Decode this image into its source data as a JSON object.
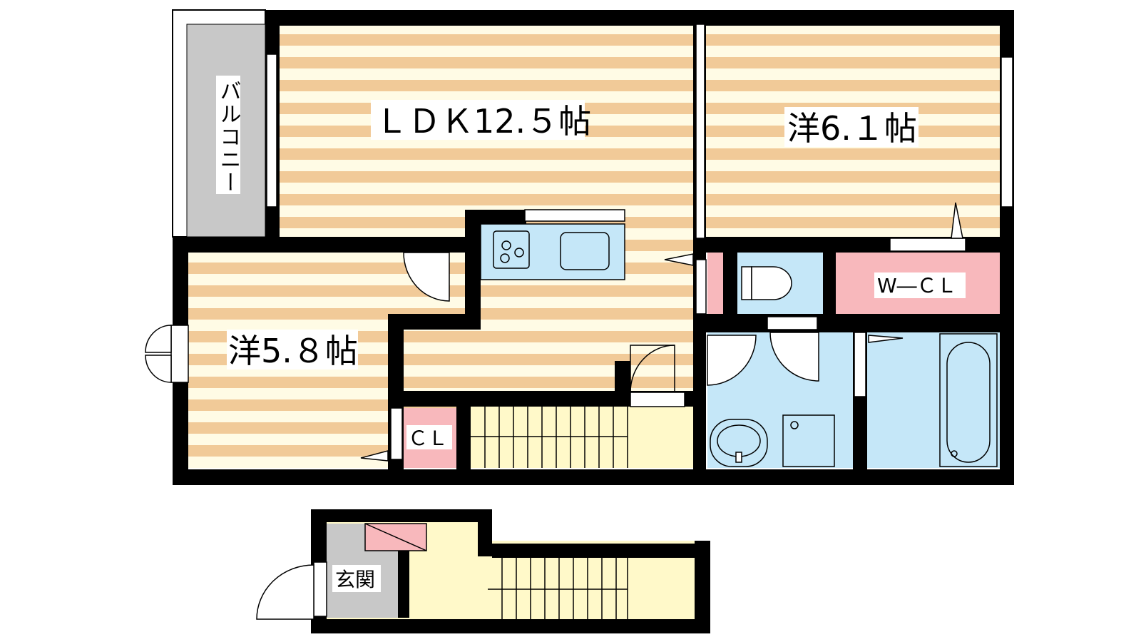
{
  "rooms": {
    "ldk": "ＬＤＫ12.５帖",
    "western1": "洋6.１帖",
    "western2": "洋5.８帖",
    "balcony": "バルコニー",
    "wcl": "W―ＣＬ",
    "cl": "ＣＬ",
    "entrance": "玄関"
  },
  "colors": {
    "wall": "#000000",
    "floor_stripe": "#f1ca98",
    "floor_light": "#fffbe5",
    "wet_area": "#c5e7f8",
    "storage": "#f8b8bc",
    "balcony": "#c8c8c8",
    "stairs": "#fff9c9"
  }
}
